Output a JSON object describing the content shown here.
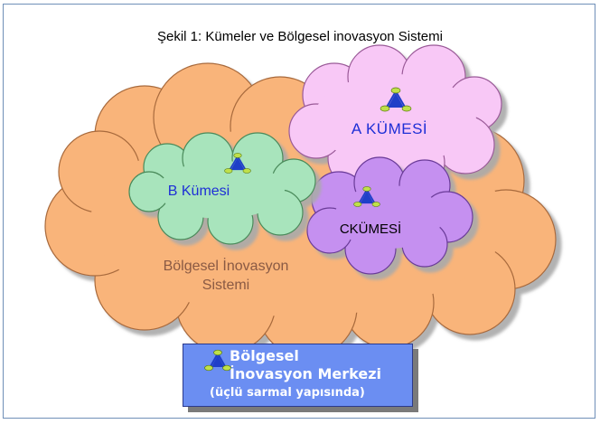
{
  "figure": {
    "title": "Şekil 1: Kümeler ve Bölgesel inovasyon Sistemi"
  },
  "clouds": {
    "region_label": "Bölgesel İnovasyon Sistemi",
    "region_label_line1": "Bölgesel İnovasyon",
    "region_label_line2": "Sistemi",
    "cluster_a_label": "A  KÜMESİ",
    "cluster_b_label": "B Kümesi",
    "cluster_c_label": "CKÜMESİ"
  },
  "legend": {
    "line1": "Bölgesel",
    "line2": "İnovasyon Merkezi",
    "line3": "(üçlü sarmal yapısında)"
  },
  "colors": {
    "region_cloud": "#f9b47a",
    "cluster_a": "#f8c8f6",
    "cluster_b": "#a8e4bc",
    "cluster_c": "#c590f0",
    "triangle": "#1f3fc8",
    "node": "#bfe04a",
    "legend_bg": "#6b8ef2"
  },
  "icons": {
    "innovation_center": "triple-helix-triangle-icon"
  }
}
